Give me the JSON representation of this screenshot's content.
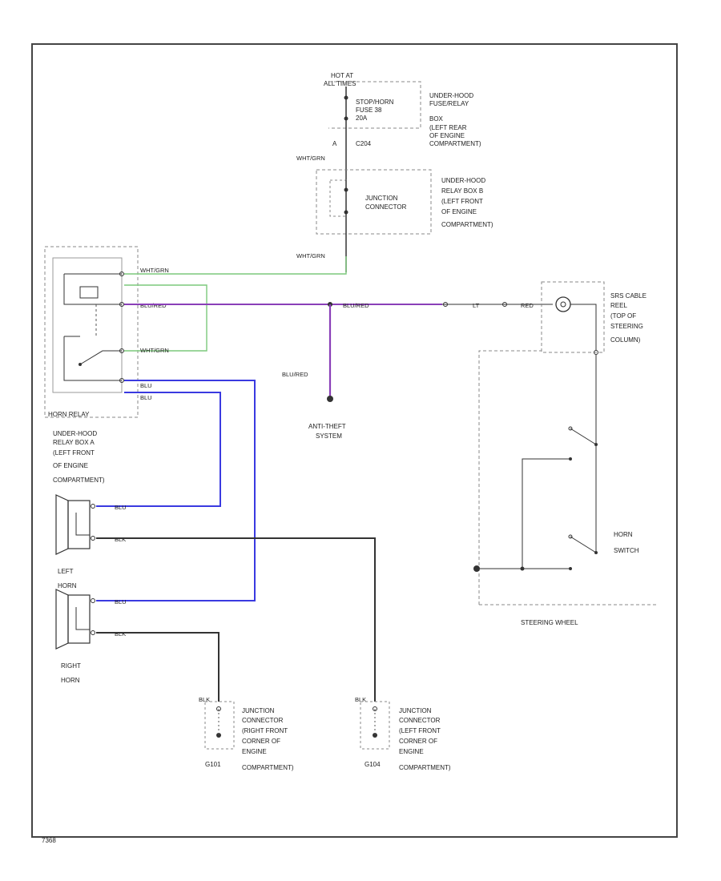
{
  "labels": {
    "hot_at": "HOT AT",
    "all_times": "ALL TIMES",
    "fuse_l1": "STOP/HORN",
    "fuse_l2": "FUSE 38",
    "fuse_l3": "20A",
    "c_a": "A",
    "c_a_id": "C204",
    "fuse_box_l1": "UNDER-HOOD",
    "fuse_box_l2": "FUSE/RELAY",
    "fuse_box_l3": "BOX",
    "fuse_box_l4": "(LEFT REAR",
    "fuse_box_l5": "OF ENGINE",
    "fuse_box_l6": "COMPARTMENT)",
    "wire_top_1": "WHT/GRN",
    "jc_l1": "JUNCTION",
    "jc_l2": "CONNECTOR",
    "relay_box_top_l1": "UNDER-HOOD",
    "relay_box_top_l2": "RELAY BOX B",
    "relay_box_top_l3": "(LEFT FRONT",
    "relay_box_top_l4": "OF ENGINE",
    "relay_box_top_l5": "COMPARTMENT)",
    "wire_top_2": "WHT/GRN",
    "relay_w1": "WHT/GRN",
    "relay_w2": "BLU/RED",
    "relay_w3": "WHT/GRN",
    "relay_w4": "BLU",
    "relay_w5": "BLU",
    "horn_relay": "HORN RELAY",
    "relay_box_l1": "UNDER-HOOD",
    "relay_box_l2": "RELAY BOX A",
    "relay_box_l3": "(LEFT FRONT",
    "relay_box_l4": "OF ENGINE",
    "relay_box_l5": "COMPARTMENT)",
    "mid_wire": "BLU/RED",
    "left_wire_vert": "BLU/RED",
    "anti_theft_l1": "ANTI-THEFT",
    "anti_theft_l2": "SYSTEM",
    "srs_lt": "LT",
    "srs_red": "RED",
    "srs_l1": "SRS CABLE",
    "srs_l2": "REEL",
    "srs_l3": "(TOP OF",
    "srs_l4": "STEERING",
    "srs_l5": "COLUMN)",
    "horn_switch_l1": "HORN",
    "horn_switch_l2": "SWITCH",
    "steering_wheel": "STEERING WHEEL",
    "hw1": "BLU",
    "hw2": "BLK",
    "hw3": "BLU",
    "hw4": "BLK",
    "left_horn_l1": "LEFT",
    "left_horn_l2": "HORN",
    "right_horn_l1": "RIGHT",
    "right_horn_l2": "HORN",
    "blk_1": "BLK",
    "blk_2": "BLK",
    "g1_l1": "JUNCTION",
    "g1_l2": "CONNECTOR",
    "g1_l3": "(RIGHT FRONT",
    "g1_l4": "CORNER OF",
    "g1_l5": "ENGINE",
    "g1_l6": "COMPARTMENT)",
    "g1_id": "G101",
    "g2_l1": "JUNCTION",
    "g2_l2": "CONNECTOR",
    "g2_l3": "(LEFT FRONT",
    "g2_l4": "CORNER OF",
    "g2_l5": "ENGINE",
    "g2_l6": "COMPARTMENT)",
    "g2_id": "G104",
    "figure_id": "7368"
  },
  "colors": {
    "green_wire": "#7cc97c",
    "purple_wire": "#8a3fb8",
    "blue_wire": "#3a3ae0",
    "black_wire": "#333333",
    "dash": "#888888"
  }
}
